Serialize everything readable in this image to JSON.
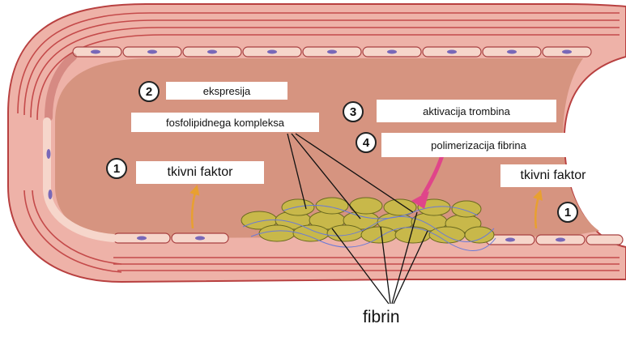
{
  "labels": {
    "step2_line1": "ekspresija",
    "step2_line2": "fosfolipidnega kompleksa",
    "step3": "aktivacija trombina",
    "step4": "polimerizacija fibrina",
    "tissue_factor_left": "tkivni faktor",
    "tissue_factor_right": "tkivni faktor",
    "fibrin": "fibrin"
  },
  "step_numbers": {
    "left": "1",
    "right": "1",
    "two": "2",
    "three": "3",
    "four": "4"
  },
  "colors": {
    "vessel_wall": "#e6a8a0",
    "wall_stripes": "#c44a4a",
    "lumen": "#d28f7a",
    "endothelium": "#f4d3c8",
    "nuclei": "#7868b8",
    "clot": "#c8b84a",
    "fibrin_mesh": "#6a7ad8",
    "thrombin_arrow": "#e0458a",
    "tf_arrow": "#e8a030"
  }
}
